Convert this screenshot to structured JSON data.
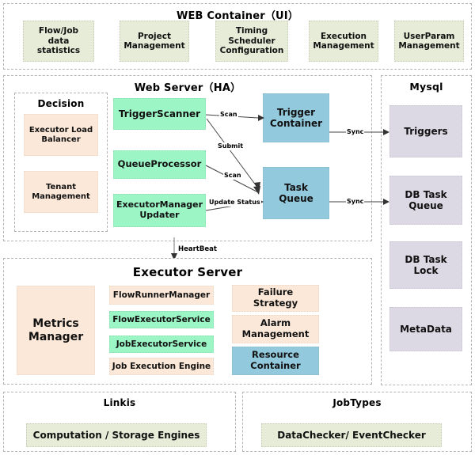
{
  "web_container": {
    "title": "WEB Container（UI）",
    "items": [
      {
        "label": "Flow/Job\ndata statistics"
      },
      {
        "label": "Project\nManagement"
      },
      {
        "label": "Timing\nScheduler\nConfiguration"
      },
      {
        "label": "Execution\nManagement"
      },
      {
        "label": "UserParam\nManagement"
      }
    ]
  },
  "web_server": {
    "title": "Web Server（HA）",
    "decision": {
      "title": "Decision",
      "items": [
        {
          "label": "Executor Load\nBalancer"
        },
        {
          "label": "Tenant\nManagement"
        }
      ]
    },
    "services": [
      {
        "label": "TriggerScanner"
      },
      {
        "label": "QueueProcessor"
      },
      {
        "label": "ExecutorManager\nUpdater"
      }
    ],
    "containers": [
      {
        "label": "Trigger\nContainer"
      },
      {
        "label": "Task\nQueue"
      }
    ],
    "edges": [
      {
        "label": "Scan",
        "from": "TriggerScanner",
        "to": "Trigger Container"
      },
      {
        "label": "Submit",
        "from": "TriggerScanner",
        "to": "Task Queue"
      },
      {
        "label": "Scan",
        "from": "QueueProcessor",
        "to": "Task Queue"
      },
      {
        "label": "Update Status",
        "from": "ExecutorManager Updater",
        "to": "Task Queue"
      }
    ]
  },
  "mysql": {
    "title": "Mysql",
    "items": [
      {
        "label": "Triggers"
      },
      {
        "label": "DB Task\nQueue"
      },
      {
        "label": "DB Task\nLock"
      },
      {
        "label": "MetaData"
      }
    ],
    "sync_edges": [
      {
        "label": "Sync",
        "from": "Trigger Container",
        "to": "Triggers"
      },
      {
        "label": "Sync",
        "from": "Task Queue",
        "to": "DB Task Queue"
      }
    ]
  },
  "heartbeat": {
    "label": "HeartBeat",
    "from": "Web Server",
    "to": "Executor Server"
  },
  "executor_server": {
    "title": "Executor Server",
    "metrics": {
      "label": "Metrics\nManager"
    },
    "middle_items": [
      {
        "label": "FlowRunnerManager",
        "fill": "peach"
      },
      {
        "label": "FlowExecutorService",
        "fill": "mint"
      },
      {
        "label": "JobExecutorService",
        "fill": "mint"
      },
      {
        "label": "Job Execution Engine",
        "fill": "peach"
      }
    ],
    "right_items": [
      {
        "label": "Failure\nStrategy",
        "fill": "peach"
      },
      {
        "label": "Alarm\nManagement",
        "fill": "peach"
      },
      {
        "label": "Resource\nContainer",
        "fill": "blue"
      }
    ]
  },
  "linkis": {
    "title": "Linkis",
    "items": [
      {
        "label": "Computation / Storage Engines"
      }
    ]
  },
  "jobtypes": {
    "title": "JobTypes",
    "items": [
      {
        "label": "DataChecker/ EventChecker"
      }
    ]
  },
  "colors": {
    "sage": "#e7ecd8",
    "mint": "#9cf5c5",
    "blue": "#93c9dd",
    "peach": "#fce8d8",
    "lilac": "#dcd8e4",
    "panel_border": "#b4b4b4",
    "node_border": "#c9c9c9",
    "arrow": "#333333"
  }
}
